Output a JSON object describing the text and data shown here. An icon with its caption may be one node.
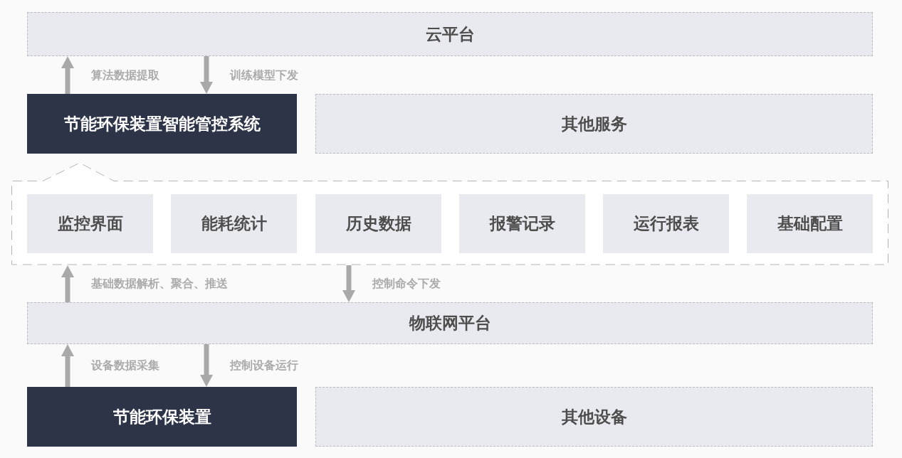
{
  "diagram": {
    "nodes": [
      {
        "text": [
          "云平台"
        ]
      },
      {
        "text": [
          "节能环保装置智能管控系统"
        ]
      },
      {
        "text": [
          "其他服务"
        ]
      },
      {
        "text": [],
        "shape": "callout"
      },
      {
        "text": [
          "监控界面"
        ],
        "in": 3
      },
      {
        "text": [
          "能耗统计"
        ],
        "in": 3
      },
      {
        "text": [
          "历史数据"
        ],
        "in": 3
      },
      {
        "text": [
          "报警记录"
        ],
        "in": 3
      },
      {
        "text": [
          "运行报表"
        ],
        "in": 3
      },
      {
        "text": [
          "基础配置"
        ],
        "in": 3
      },
      {
        "text": [
          "物联网平台"
        ]
      },
      {
        "text": [
          "节能环保装置"
        ]
      },
      {
        "text": [
          "其他设备"
        ]
      }
    ],
    "edges": [
      {
        "from": 1,
        "to": 0,
        "arrow": "to",
        "label": "算法数据提取"
      },
      {
        "from": 0,
        "to": 1,
        "arrow": "to",
        "label": "训练模型下发"
      },
      {
        "from": 10,
        "to": 3,
        "arrow": "to",
        "label": "基础数据解析、聚合、推送"
      },
      {
        "from": 3,
        "to": 10,
        "arrow": "to",
        "label": "控制命令下发"
      },
      {
        "from": 11,
        "to": 10,
        "arrow": "to",
        "label": "设备数据采集"
      },
      {
        "from": 10,
        "to": 11,
        "arrow": "to",
        "label": "控制设备运行"
      }
    ]
  }
}
